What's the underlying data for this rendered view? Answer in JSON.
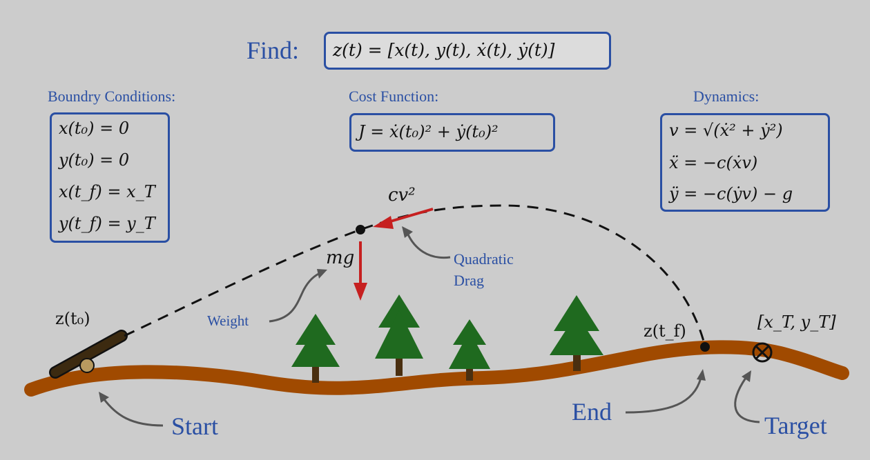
{
  "find": {
    "label": "Find:",
    "expression": "z(t) = [x(t), y(t), ẋ(t), ẏ(t)]"
  },
  "boundary": {
    "title": "Boundry Conditions:",
    "lines": [
      "x(t₀) = 0",
      "y(t₀) = 0",
      "x(t_f) = x_T",
      "y(t_f) = y_T"
    ]
  },
  "cost": {
    "title": "Cost Function:",
    "expression": "J = ẋ(t₀)² + ẏ(t₀)²"
  },
  "dynamics": {
    "title": "Dynamics:",
    "lines": [
      "v = √(ẋ² + ẏ²)",
      "ẍ = −c(ẋv)",
      "ÿ = −c(ẏv) − g"
    ]
  },
  "labels": {
    "drag_force": "cv²",
    "weight_force": "mg",
    "quadratic_drag": "Quadratic\nDrag",
    "weight": "Weight",
    "z_t0": "z(t₀)",
    "z_tf": "z(t_f)",
    "target_coords": "[x_T, y_T]",
    "start": "Start",
    "end": "End",
    "target": "Target"
  },
  "colors": {
    "background": "#cccccc",
    "accent_blue": "#2a4fa3",
    "ground": "#a04a00",
    "tree": "#1f6a1f",
    "trunk": "#4a2f10",
    "force_red": "#c62020",
    "cannon": "#3c2a10",
    "wheel": "#b89a60"
  },
  "icons": {
    "target_marker": "circled-times-icon",
    "cannon": "cannon-icon",
    "trees": "pine-tree-icon"
  }
}
